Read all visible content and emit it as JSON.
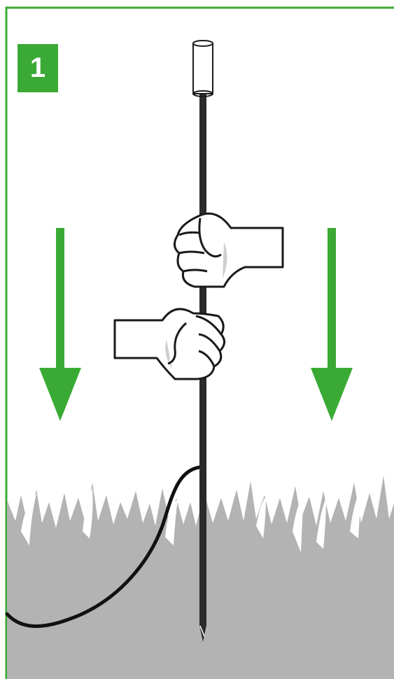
{
  "step": {
    "number": "1"
  },
  "colors": {
    "accent": "#3aaa35",
    "ground": "#b3b3b3",
    "rod": "#2b2b2b",
    "outline": "#1a1a1a",
    "skin": "#ffffff",
    "shadow": "#cfcfcf"
  },
  "icons": {
    "left_arrow": "arrow-down",
    "right_arrow": "arrow-down",
    "hands": "gripping-fists"
  }
}
